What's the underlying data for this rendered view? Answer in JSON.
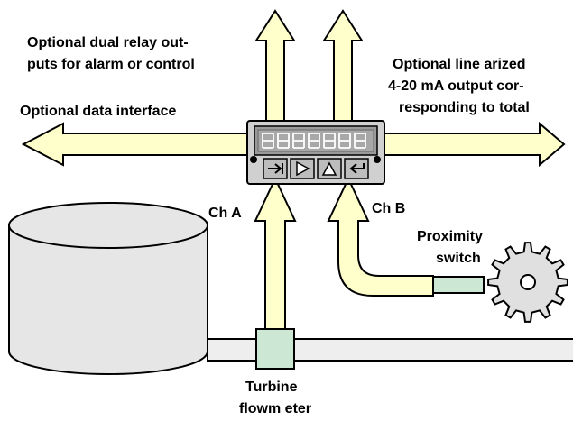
{
  "labels": {
    "relay_line1": "Optional dual relay out-",
    "relay_line2": "puts for alarm or control",
    "data_interface": "Optional data interface",
    "analog_line1": "Optional line arized",
    "analog_line2": "4-20 mA output cor-",
    "analog_line3": "responding to total",
    "ch_a": "Ch A",
    "ch_b": "Ch B",
    "proximity_line1": "Proximity",
    "proximity_line2": "switch",
    "turbine_line1": "Turbine",
    "turbine_line2": "flowm eter"
  },
  "colors": {
    "arrow_fill": "#ffffcc",
    "outline": "#000000",
    "tank_fill": "#e6e6e6",
    "pipe_fill": "#eeeeee",
    "sensor_fill": "#cce8d4",
    "gear_fill": "#e0e0e0",
    "display_fill": "#999999",
    "button_fill": "#bdbdbd"
  },
  "icons": {
    "button_1": "arrow-right-into-bar-icon",
    "button_2": "play-triangle-icon",
    "button_3": "up-triangle-icon",
    "button_4": "enter-arrow-left-icon"
  }
}
